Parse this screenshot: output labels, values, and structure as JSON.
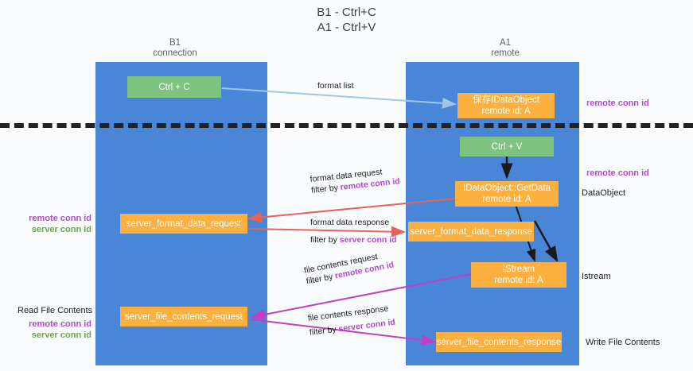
{
  "title": {
    "line1": "B1 - Ctrl+C",
    "line2": "A1 - Ctrl+V"
  },
  "columns": [
    {
      "name": "B1",
      "sub": "connection"
    },
    {
      "name": "A1",
      "sub": "remote"
    }
  ],
  "boxes": {
    "ctrl_c": "Ctrl + C",
    "save_idataobject_line1": "保存IDataObject",
    "save_idataobject_line2": "remote id: A",
    "ctrl_v": "Ctrl + V",
    "getdata_line1": "IDataObject::GetData",
    "getdata_line2": "remote id: A",
    "server_format_data_request": "server_format_data_request",
    "server_format_data_response": "server_format_data_response",
    "istream_line1": "IStream",
    "istream_line2": "remote id: A",
    "server_file_contents_request": "server_file_contents_request",
    "server_file_contents_response": "server_file_contents_response"
  },
  "edges": {
    "format_list": "format list",
    "format_data_request": "format data request",
    "format_data_request_filter_prefix": "filter by ",
    "format_data_request_filter_key": "remote conn id",
    "format_data_response": "format data response",
    "format_data_response_filter_prefix": "filter by ",
    "format_data_response_filter_key": "server conn id",
    "file_contents_request": "file contents request",
    "file_contents_request_filter_prefix": "filter by ",
    "file_contents_request_filter_key": "remote conn id",
    "file_contents_response": "file contents response",
    "file_contents_response_filter_prefix": "filter by ",
    "file_contents_response_filter_key": "server conn id"
  },
  "annotations": {
    "right_remote_conn_id_top": "remote conn id",
    "right_remote_conn_id_mid": "remote conn id",
    "right_dataobject": "DataObject",
    "right_istream": "Istream",
    "right_write_file_contents": "Write File Contents",
    "left_remote_conn_id_1": "remote conn id",
    "left_server_conn_id_1": "server conn id",
    "left_read_file_contents": "Read File Contents",
    "left_remote_conn_id_2": "remote conn id",
    "left_server_conn_id_2": "server conn id"
  },
  "colors": {
    "lane": "#4a86d8",
    "green_box": "#7cc47f",
    "orange_box": "#fbb040",
    "purple_text": "#b04bce",
    "green_text": "#6aa84f",
    "arrow_blue": "#9fc5e8",
    "arrow_red": "#e8615a",
    "arrow_magenta": "#c23fc2",
    "arrow_black": "#1a1a1a",
    "divider": "#222222"
  }
}
